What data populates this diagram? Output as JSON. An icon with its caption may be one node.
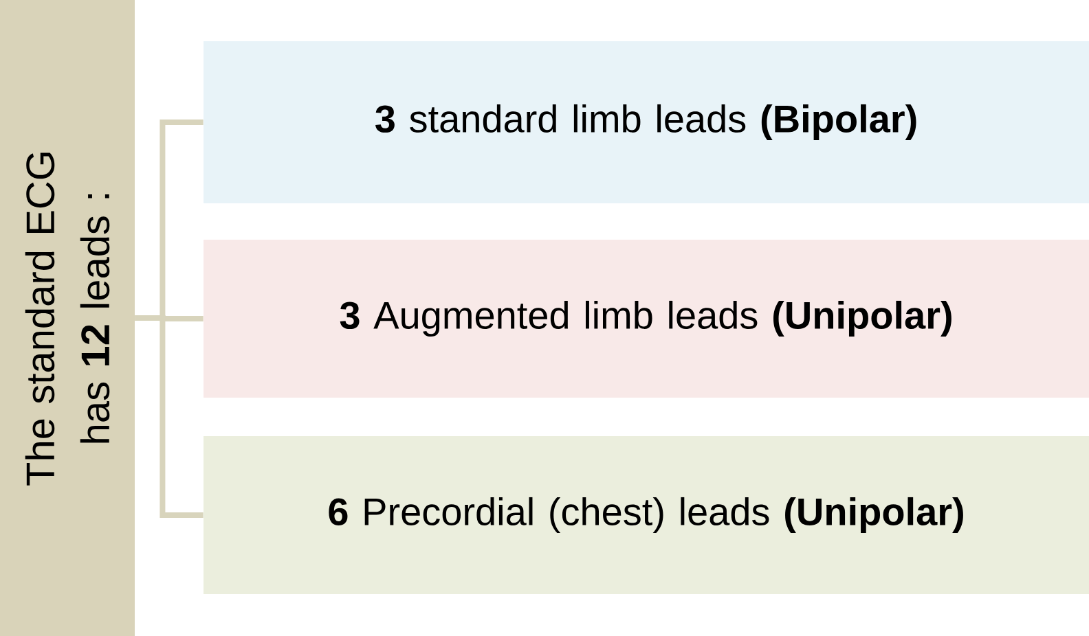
{
  "diagram": {
    "nodes": [
      {
        "text": [
          "The standard ECG has **12** leads :"
        ]
      },
      {
        "text": [
          "**3** standard limb leads **(Bipolar)**"
        ]
      },
      {
        "text": [
          "**3** Augmented limb leads **(Unipolar)**"
        ]
      },
      {
        "text": [
          "**6** Precordial (chest) leads **(Unipolar)**"
        ]
      }
    ],
    "edges": [
      {
        "from": 0,
        "to": 1,
        "arrow": "none"
      },
      {
        "from": 0,
        "to": 2,
        "arrow": "none"
      },
      {
        "from": 0,
        "to": 3,
        "arrow": "none"
      }
    ]
  }
}
